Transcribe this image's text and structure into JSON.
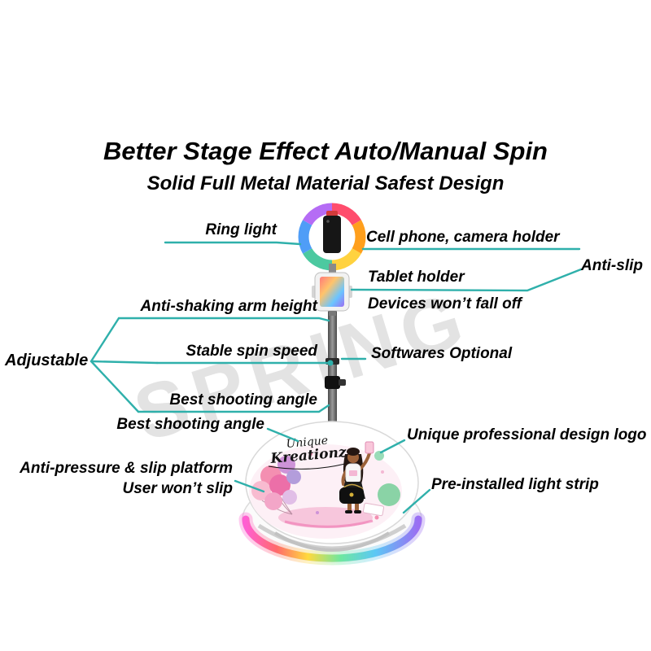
{
  "page": {
    "title": "Better Stage Effect Auto/Manual Spin",
    "subtitle": "Solid Full Metal Material Safest Design",
    "watermark": "SPRING"
  },
  "callouts": {
    "ring_light": "Ring light",
    "cell_phone_holder": "Cell phone, camera holder",
    "anti_slip": "Anti-slip",
    "tablet_holder": "Tablet holder",
    "devices_wont_fall": "Devices won’t fall off",
    "anti_shaking": "Anti-shaking arm height",
    "adjustable": "Adjustable",
    "stable_spin": "Stable spin speed",
    "softwares_optional": "Softwares Optional",
    "best_angle_top": "Best shooting angle",
    "best_angle_bottom": "Best shooting angle",
    "design_logo": "Unique professional design logo",
    "anti_pressure": "Anti-pressure & slip platform",
    "user_wont_slip": "User won’t slip",
    "light_strip": "Pre-installed light strip"
  },
  "platform_art": {
    "brand_line1": "Unique",
    "brand_line2": "Kreationz"
  },
  "colors": {
    "callout_line": "#2fb0ab",
    "label_text": "#000000",
    "watermark_gray": "#e2e2e2",
    "ring_rainbow": [
      "#ff4d6d",
      "#ff9f1c",
      "#ffd23f",
      "#4cc9a0",
      "#4f9df7",
      "#b56cf5"
    ],
    "strip_rainbow": [
      "#ff5fd2",
      "#ff6b6b",
      "#ffd93d",
      "#6ee7a0",
      "#5bc8f5",
      "#9b6ef3"
    ]
  }
}
